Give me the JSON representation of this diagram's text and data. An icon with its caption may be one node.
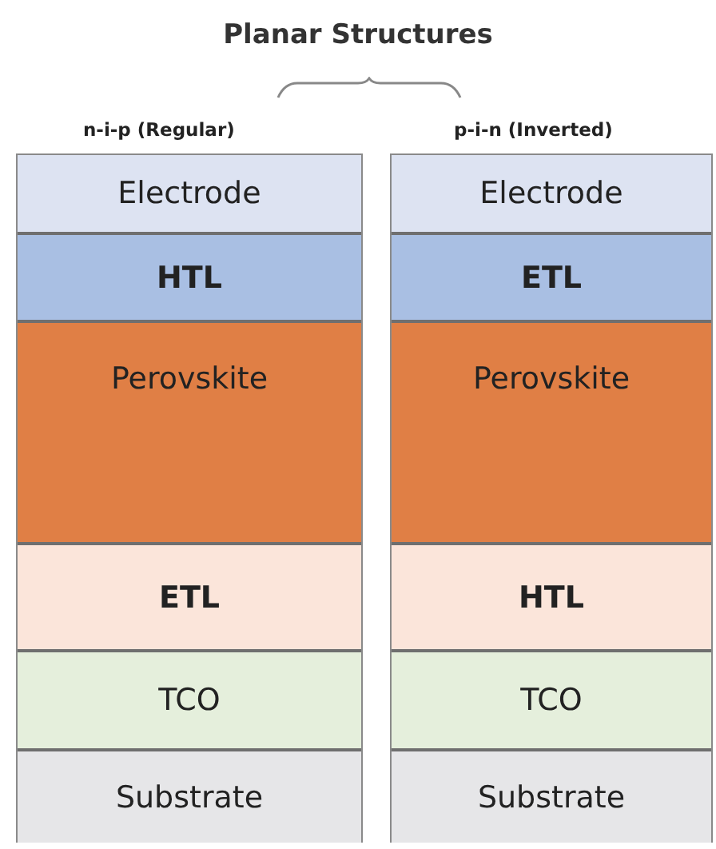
{
  "diagram": {
    "title": "Planar Structures",
    "nodes": [
      {
        "text": [
          "n-i-p (Regular)"
        ]
      },
      {
        "text": [
          "Electrode"
        ],
        "in": 0
      },
      {
        "text": [
          "HTL"
        ],
        "in": 0
      },
      {
        "text": [
          "Perovskite"
        ],
        "in": 0
      },
      {
        "text": [
          "ETL"
        ],
        "in": 0
      },
      {
        "text": [
          "TCO"
        ],
        "in": 0
      },
      {
        "text": [
          "Substrate"
        ],
        "in": 0
      },
      {
        "text": [
          "p-i-n (Inverted)"
        ]
      },
      {
        "text": [
          "Electrode"
        ],
        "in": 7
      },
      {
        "text": [
          "ETL"
        ],
        "in": 7
      },
      {
        "text": [
          "Perovskite"
        ],
        "in": 7
      },
      {
        "text": [
          "HTL"
        ],
        "in": 7
      },
      {
        "text": [
          "TCO"
        ],
        "in": 7
      },
      {
        "text": [
          "Substrate"
        ],
        "in": 7
      }
    ]
  }
}
